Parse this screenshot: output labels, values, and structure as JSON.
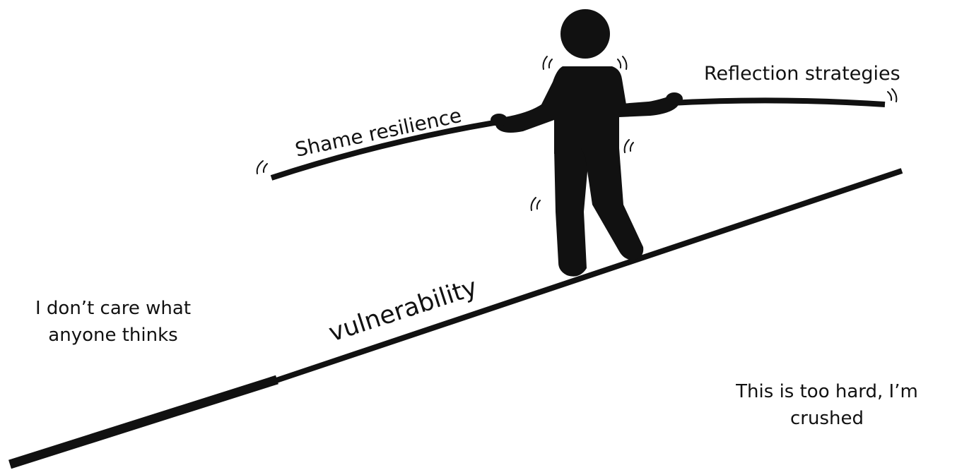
{
  "labels": {
    "shame_resilience": "Shame resilience",
    "reflection_strategies": "Reflection strategies",
    "vulnerability": "vulnerability",
    "left_line1": "I don’t care what",
    "left_line2": "anyone thinks",
    "right_line1": "This is too hard, I’m",
    "right_line2": "crushed"
  },
  "colors": {
    "ink": "#111111",
    "background": "#ffffff"
  },
  "icons": {
    "figure": "tightrope-walker-icon",
    "motion_marks": "wobble-lines-icon"
  }
}
